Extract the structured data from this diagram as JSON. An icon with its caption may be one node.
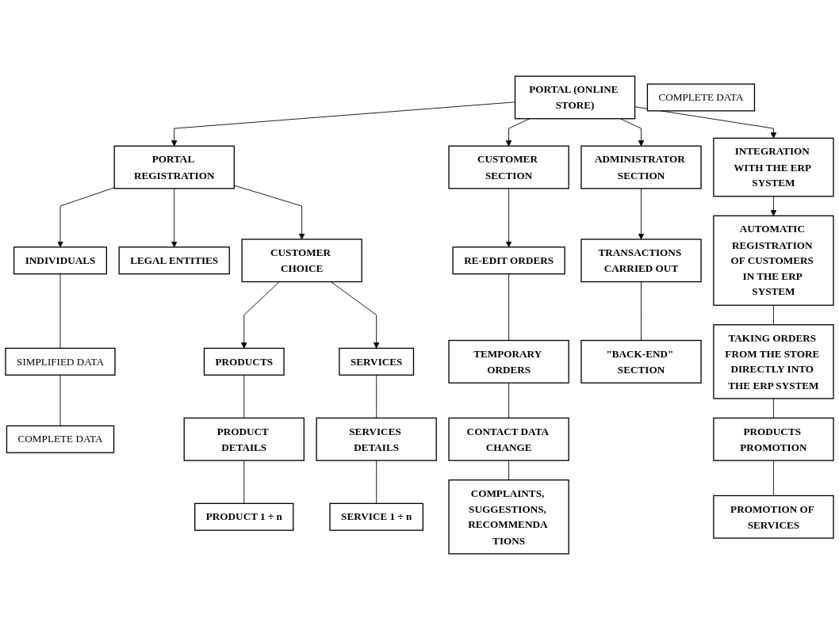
{
  "diagram": {
    "nodes": [
      {
        "text": [
          "PORTAL (ONLINE STORE)"
        ]
      },
      {
        "text": [
          "PORTAL REGISTRATION"
        ]
      },
      {
        "text": [
          "CUSTOMER SECTION"
        ]
      },
      {
        "text": [
          "ADMINISTRATOR SECTION"
        ]
      },
      {
        "text": [
          "INTEGRATION WITH THE ERP SYSTEM"
        ]
      },
      {
        "text": [
          "INDIVIDUALS"
        ]
      },
      {
        "text": [
          "LEGAL ENTITIES"
        ]
      },
      {
        "text": [
          "SIMPLIFIED DATA"
        ]
      },
      {
        "text": [
          "COMPLETE DATA"
        ]
      },
      {
        "text": [
          "COMPLETE DATA"
        ]
      },
      {
        "text": [
          "CUSTOMER CHOICE"
        ]
      },
      {
        "text": [
          "PRODUCTS"
        ]
      },
      {
        "text": [
          "SERVICES"
        ]
      },
      {
        "text": [
          "PRODUCT DETAILS"
        ]
      },
      {
        "text": [
          "SERVICES DETAILS"
        ]
      },
      {
        "text": [
          "PRODUCT 1 ÷ n"
        ]
      },
      {
        "text": [
          "SERVICE 1 ÷ n"
        ]
      },
      {
        "text": [
          "RE-EDIT ORDERS"
        ]
      },
      {
        "text": [
          "TEMPORARY ORDERS"
        ]
      },
      {
        "text": [
          "CONTACT DATA CHANGE"
        ]
      },
      {
        "text": [
          "COMPLAINTS, SUGGESTIONS, RECOMMENDA TIONS"
        ]
      },
      {
        "text": [
          "TRANSACTIONS CARRIED OUT"
        ]
      },
      {
        "text": [
          "\"BACK-END\" SECTION"
        ]
      },
      {
        "text": [
          "AUTOMATIC REGISTRATION OF CUSTOMERS IN THE ERP SYSTEM"
        ]
      },
      {
        "text": [
          "TAKING ORDERS FROM THE STORE DIRECTLY INTO THE ERP SYSTEM"
        ]
      },
      {
        "text": [
          "PRODUCTS PROMOTION"
        ]
      },
      {
        "text": [
          "PROMOTION OF SERVICES"
        ]
      }
    ],
    "edges": [
      {
        "from": 0,
        "to": 1,
        "arrow": "to"
      },
      {
        "from": 0,
        "to": 2,
        "arrow": "to"
      },
      {
        "from": 0,
        "to": 3,
        "arrow": "to"
      },
      {
        "from": 0,
        "to": 4,
        "arrow": "to"
      },
      {
        "from": 1,
        "to": 5,
        "arrow": "to"
      },
      {
        "from": 1,
        "to": 6,
        "arrow": "to"
      },
      {
        "from": 1,
        "to": 10,
        "arrow": "to"
      },
      {
        "from": 5,
        "to": 7,
        "arrow": "none"
      },
      {
        "from": 7,
        "to": 9,
        "arrow": "none"
      },
      {
        "from": 10,
        "to": 11,
        "arrow": "to"
      },
      {
        "from": 10,
        "to": 12,
        "arrow": "to"
      },
      {
        "from": 11,
        "to": 13,
        "arrow": "none"
      },
      {
        "from": 13,
        "to": 15,
        "arrow": "none"
      },
      {
        "from": 12,
        "to": 14,
        "arrow": "none"
      },
      {
        "from": 14,
        "to": 16,
        "arrow": "none"
      },
      {
        "from": 2,
        "to": 17,
        "arrow": "to"
      },
      {
        "from": 17,
        "to": 18,
        "arrow": "none"
      },
      {
        "from": 18,
        "to": 19,
        "arrow": "none"
      },
      {
        "from": 19,
        "to": 20,
        "arrow": "none"
      },
      {
        "from": 3,
        "to": 21,
        "arrow": "to"
      },
      {
        "from": 21,
        "to": 22,
        "arrow": "none"
      },
      {
        "from": 4,
        "to": 23,
        "arrow": "to"
      },
      {
        "from": 23,
        "to": 24,
        "arrow": "none"
      },
      {
        "from": 24,
        "to": 25,
        "arrow": "none"
      },
      {
        "from": 25,
        "to": 26,
        "arrow": "none"
      }
    ]
  }
}
